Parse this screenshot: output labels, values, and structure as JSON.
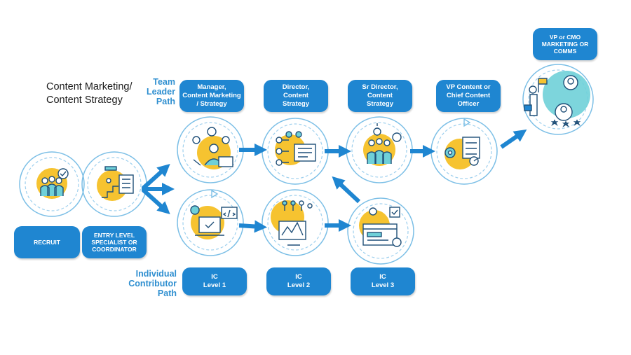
{
  "title": {
    "line1": "Content Marketing/",
    "line2": "Content Strategy"
  },
  "paths": {
    "team_leader": {
      "line1": "Team",
      "line2": "Leader",
      "line3": "Path"
    },
    "individual": {
      "line1": "Individual",
      "line2": "Contributor",
      "line3": "Path"
    }
  },
  "roles": {
    "recruit": "RECRUIT",
    "entry_level": "ENTRY LEVEL\nSPECIALIST OR\nCOORDINATOR",
    "manager": "Manager,\nContent Marketing\n/ Strategy",
    "director": "Director,\nContent\nStrategy",
    "sr_director": "Sr Director,\nContent\nStrategy",
    "vp_content": "VP Content or\nChief Content\nOfficer",
    "vp_cmo": "VP or CMO\nMARKETING OR\nCOMMS",
    "ic1": "IC\nLevel 1",
    "ic2": "IC\nLevel 2",
    "ic3": "IC\nLevel 3"
  },
  "colors": {
    "blue": "#1f86d1",
    "yellow": "#f6c330",
    "teal": "#6fd0d8",
    "ring": "#5ab0e0"
  },
  "icons": [
    "recruit-team-icon",
    "career-ladder-icon",
    "manager-presentation-icon",
    "director-dashboard-icon",
    "sr-director-team-icon",
    "vp-settings-icon",
    "executive-leader-icon",
    "coding-laptop-icon",
    "analytics-monitor-icon",
    "web-content-icon"
  ]
}
